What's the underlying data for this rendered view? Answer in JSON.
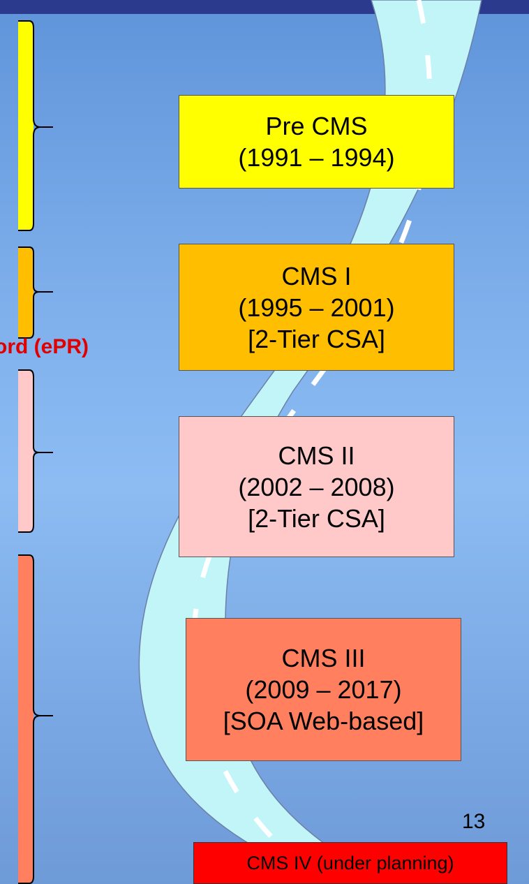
{
  "stages": [
    {
      "line1": "Pre CMS",
      "line2": "(1991 – 1994)",
      "line3": ""
    },
    {
      "line1": "CMS I",
      "line2": "(1995 – 2001)",
      "line3": "[2-Tier CSA]"
    },
    {
      "line1": "CMS II",
      "line2": "(2002 – 2008)",
      "line3": "[2-Tier CSA]"
    },
    {
      "line1": "CMS III",
      "line2": "(2009 – 2017)",
      "line3": "[SOA Web-based]"
    },
    {
      "line1": "CMS IV (under planning)"
    }
  ],
  "side_label": "ord (ePR)",
  "page_number": "13",
  "colors": {
    "pre_cms": "#ffff00",
    "cms_i": "#ffbf00",
    "cms_ii": "#ffc9c9",
    "cms_iii": "#ff7f5f",
    "cms_iv": "#ff0000",
    "road": "#c2f5f8",
    "side_label": "#e00000"
  }
}
